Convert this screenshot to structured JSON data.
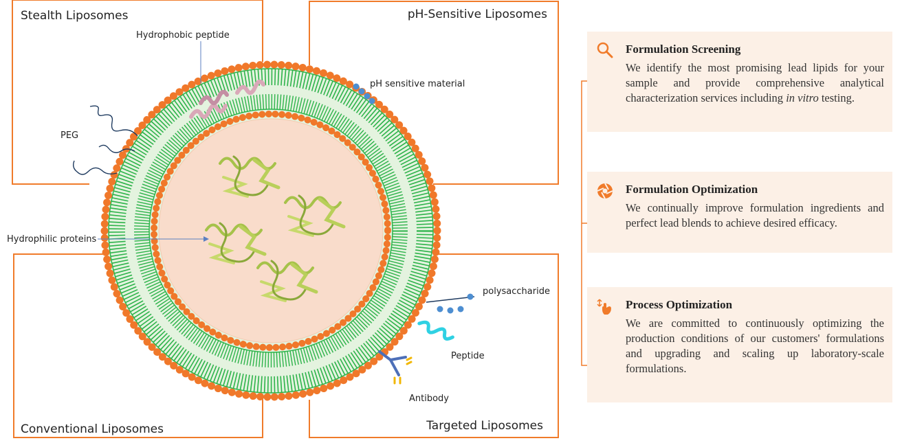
{
  "boxes": {
    "stealth": "Stealth Liposomes",
    "ph": "pH-Sensitive Liposomes",
    "conventional": "Conventional Liposomes",
    "targeted": "Targeted Liposomes"
  },
  "labels": {
    "hydrophobic_peptide": "Hydrophobic peptide",
    "ph_material": "pH sensitive material",
    "peg": "PEG",
    "hydrophilic_proteins": "Hydrophilic proteins",
    "polysaccharide": "polysaccharide",
    "peptide": "Peptide",
    "antibody": "Antibody"
  },
  "cards": [
    {
      "icon": "magnifier-icon",
      "title": "Formulation Screening",
      "body_pre": "We identify the most promising lead lipids for your sample and provide comprehensive analytical characterization services including ",
      "body_em": "in vitro",
      "body_post": " testing."
    },
    {
      "icon": "aperture-icon",
      "title": "Formulation Optimization",
      "body": "We continually improve formulation ingredients and perfect lead blends to achieve desired efficacy."
    },
    {
      "icon": "hand-swipe-icon",
      "title": "Process Optimization",
      "body": "We are committed to continuously optimizing the production conditions of our customers' formulations and upgrading and scaling up laboratory-scale formulations."
    }
  ],
  "colors": {
    "accent_orange": "#f07b2a",
    "bilayer_green": "#2db34a",
    "head_orange": "#f0782a",
    "core_fill": "#f9dccb",
    "card_bg": "#fcf0e6"
  }
}
